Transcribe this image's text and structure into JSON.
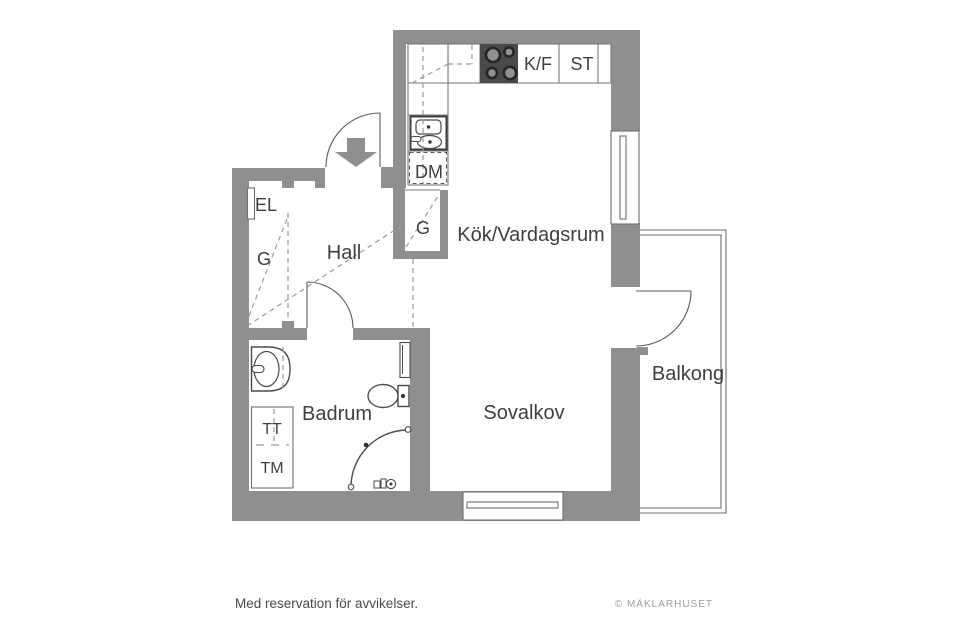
{
  "plan": {
    "rooms": {
      "hall": "Hall",
      "kitchen_living": "Kök/Vardagsrum",
      "bathroom": "Badrum",
      "sleeping_alcove": "Sovalkov",
      "balcony": "Balkong"
    },
    "labels": {
      "fridge_freezer": "K/F",
      "cleaning_cabinet": "ST",
      "dishwasher": "DM",
      "electrical_cabinet": "EL",
      "wardrobe_hall": "G",
      "wardrobe_kitchen": "G",
      "tumble_dryer": "TT",
      "washing_machine": "TM"
    }
  },
  "footer": {
    "disclaimer": "Med reservation för avvikelser.",
    "copyright": "© MÄKLARHUSET"
  },
  "colors": {
    "wall": "#8F8F8F",
    "stove": "#4A4A4A",
    "fixture_line": "#4A4A4A",
    "counter_line": "#7A7A7A",
    "dashed_line": "#9A9A9A",
    "label_text": "#3F3F3F",
    "footer_text": "#4A4A4A",
    "footer_muted": "#9E9E9E",
    "background": "#FFFFFF"
  }
}
